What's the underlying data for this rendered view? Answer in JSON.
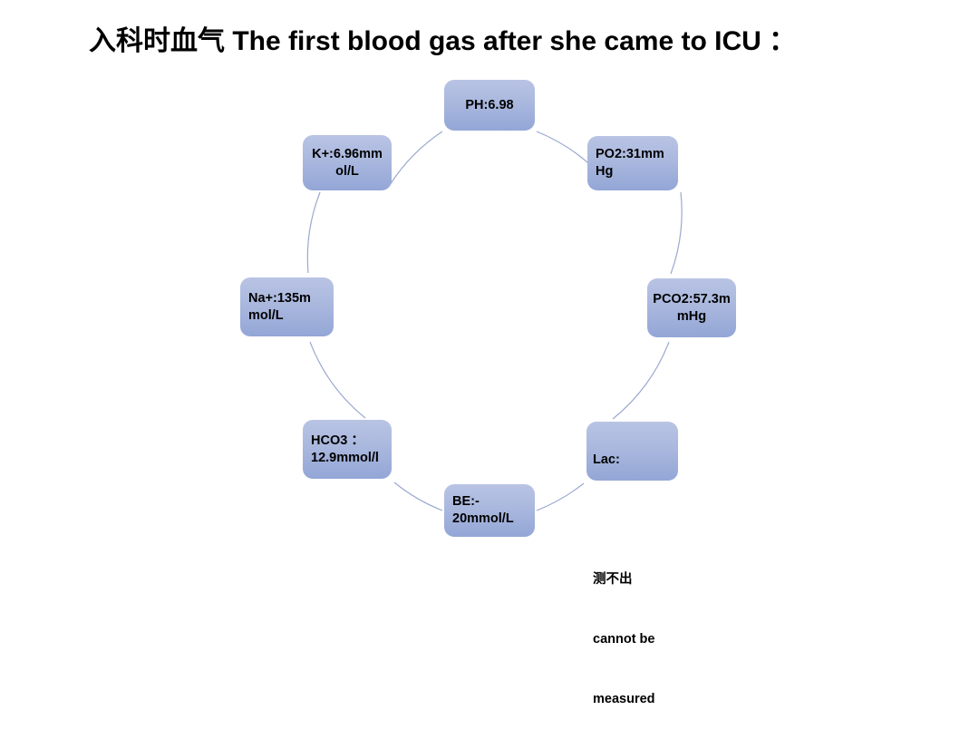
{
  "slide": {
    "background_color": "#ffffff",
    "title": "入科时血气 The first blood gas after she came to ICU ："
  },
  "diagram": {
    "type": "cycle",
    "node_count": 8,
    "node_fill_top": "#b9c4e4",
    "node_fill_bottom": "#93a6d6",
    "connector_color": "#9aa9cf",
    "text_color": "#000000",
    "nodes": [
      {
        "id": "ph",
        "name": "ph-node",
        "align": "center",
        "lines": [
          "PH:6.98"
        ]
      },
      {
        "id": "po2",
        "name": "po2-node",
        "align": "left",
        "lines": [
          "PO2:31mm",
          "Hg"
        ]
      },
      {
        "id": "pco2",
        "name": "pco2-node",
        "align": "center",
        "lines": [
          "PCO2:57.3m",
          "mHg"
        ]
      },
      {
        "id": "lac",
        "name": "lac-node",
        "align": "left",
        "lines": [
          "Lac:",
          "",
          "测不出",
          "cannot be",
          "measured"
        ]
      },
      {
        "id": "be",
        "name": "be-node",
        "align": "left",
        "lines": [
          "BE:-",
          "20mmol/L"
        ]
      },
      {
        "id": "hco3",
        "name": "hco3-node",
        "align": "left",
        "lines": [
          "HCO3 ：",
          "12.9mmol/l"
        ]
      },
      {
        "id": "na",
        "name": "na-node",
        "align": "left",
        "lines": [
          "Na+:135m",
          "mol/L"
        ]
      },
      {
        "id": "k",
        "name": "k-node",
        "align": "center",
        "lines": [
          "K+:6.96mm",
          "ol/L"
        ]
      }
    ]
  },
  "values": {
    "ph": "6.98",
    "po2": "31mmHg",
    "pco2": "57.3mmHg",
    "lac": "测不出 cannot be measured",
    "be": "-20mmol/L",
    "hco3": "12.9mmol/l",
    "na": "135mmol/L",
    "k": "6.96mmol/L"
  },
  "node_text": {
    "ph_l1": "PH:6.98",
    "po2_l1": "PO2:31mm",
    "po2_l2": "Hg",
    "pco2_l1": "PCO2:57.3m",
    "pco2_l2": "mHg",
    "lac_l1": "Lac:",
    "lac_l2": "测不出",
    "lac_l3": "cannot be",
    "lac_l4": "measured",
    "be_l1": "BE:-",
    "be_l2": "20mmol/L",
    "hco3_l1": "HCO3 ：",
    "hco3_l2": "12.9mmol/l",
    "na_l1": "Na+:135m",
    "na_l2": "mol/L",
    "k_l1": "K+:6.96mm",
    "k_l2": "ol/L"
  }
}
